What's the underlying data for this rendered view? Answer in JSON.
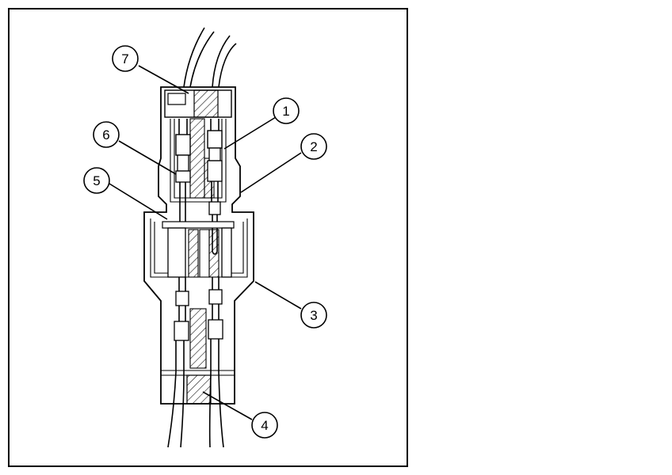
{
  "callouts": [
    {
      "id": "1",
      "label": "1"
    },
    {
      "id": "2",
      "label": "2"
    },
    {
      "id": "3",
      "label": "3"
    },
    {
      "id": "4",
      "label": "4"
    },
    {
      "id": "5",
      "label": "5"
    },
    {
      "id": "6",
      "label": "6"
    },
    {
      "id": "7",
      "label": "7"
    }
  ],
  "colors": {
    "ink": "#000000",
    "background": "#ffffff"
  }
}
